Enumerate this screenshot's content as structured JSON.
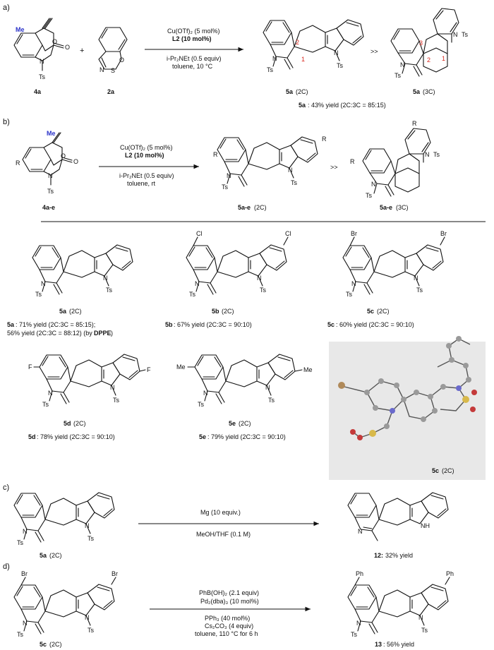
{
  "sections": {
    "a": "a)",
    "b": "b)",
    "c": "c)",
    "d": "d)"
  },
  "colors": {
    "accent_red": "#d8261c",
    "accent_blue": "#2a32c8",
    "xray_bg": "#e8e8e8"
  },
  "a": {
    "me": "Me",
    "ts": "Ts",
    "n": "N",
    "o": "O",
    "s": "S",
    "plus": "+",
    "sm1_label": "4a",
    "sm2_label": "2a",
    "cond1": "Cu(OTf)₂ (5 mol%)",
    "cond2": "L2 (10 mol%)",
    "cond3": "i-Pr₂NEt (0.5 equiv)",
    "cond4": "toluene,  10 °C",
    "num_2": "2",
    "num_1": "1",
    "num_3": "3",
    "gt": ">>",
    "prod1_label": "5a",
    "prod1_sub": "(2C)",
    "prod2_label": "5a",
    "prod2_sub": "(3C)",
    "yield_bold": "5a",
    "yield_text": ": 43% yield (2C:3C = 85:15)"
  },
  "b": {
    "me": "Me",
    "r": "R",
    "cond1": "Cu(OTf)₂ (5 mol%)",
    "cond2": "L2 (10 mol%)",
    "cond3": "i-Pr₂NEt (0.5 equiv)",
    "cond4": "toluene,  rt",
    "sm_label": "4a-e",
    "prod1_label": "5a-e",
    "prod1_sub": "(2C)",
    "prod2_label": "5a-e",
    "prod2_sub": "(3C)",
    "gt": ">>"
  },
  "scope": {
    "sub_label": "(2C)",
    "yield_word": "yield",
    "items": [
      {
        "id": "5a",
        "sub": "",
        "y1": ": 71% yield (2C:3C = 85:15);",
        "y2": "56% yield (2C:3C = 88:12) (by ",
        "y2b": "DPPE",
        "y2c": ")"
      },
      {
        "id": "5b",
        "sub": "Cl",
        "y1": ": 67% yield (2C:3C = 90:10)"
      },
      {
        "id": "5c",
        "sub": "Br",
        "y1": ": 60% yield (2C:3C = 90:10)"
      },
      {
        "id": "5d",
        "sub": "F",
        "y1": ": 78% yield (2C:3C = 90:10)"
      },
      {
        "id": "5e",
        "sub": "Me",
        "y1": ": 79% yield (2C:3C = 90:10)"
      }
    ],
    "xray_label": "5c",
    "xray_sub": "(2C)"
  },
  "c": {
    "sm_label": "5a",
    "sm_sub": "(2C)",
    "cond1": "Mg (10 equiv.)",
    "cond2": "MeOH/THF (0.1 M)",
    "nh": "NH",
    "prod_label": "12:",
    "prod_yield": "32% yield"
  },
  "d": {
    "br": "Br",
    "ph": "Ph",
    "sm_label": "5c",
    "sm_sub": "(2C)",
    "cond1": "PhB(OH)₂ (2.1 equiv)",
    "cond2": "Pd₂(dba)₃ (10 mol%)",
    "cond3": "PPh₃ (40 mol%)",
    "cond4": "Cs₂CO₃ (4 equiv)",
    "cond5": "toluene, 110 °C for 6 h",
    "prod_label": "13",
    "prod_yield": ": 56% yield"
  }
}
